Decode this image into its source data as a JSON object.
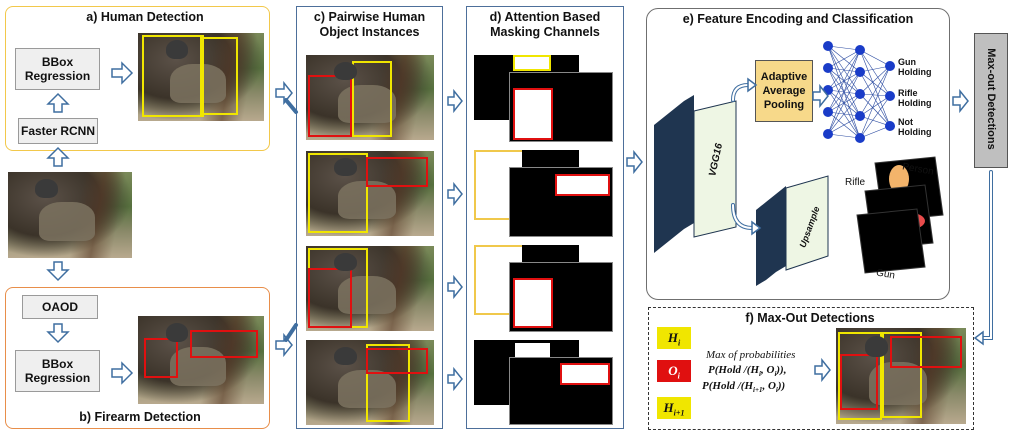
{
  "panels": {
    "a": {
      "title": "a) Human Detection",
      "bbox_regression": "BBox\nRegression",
      "faster_rcnn": "Faster RCNN"
    },
    "b": {
      "title": "b) Firearm Detection",
      "oaod": "OAOD",
      "bbox_regression": "BBox\nRegression"
    },
    "c": {
      "title": "c) Pairwise Human\nObject Instances"
    },
    "d": {
      "title": "d) Attention Based\nMasking Channels"
    },
    "e": {
      "title": "e) Feature Encoding and Classification",
      "adaptive_pooling": "Adaptive\nAverage\nPooling",
      "vgg": "VGG16",
      "upsample": "Upsample",
      "classes": [
        "Gun\nHolding",
        "Rifle\nHolding",
        "Not\nHolding"
      ],
      "heatmap_labels": {
        "person": "Person",
        "rifle": "Rifle",
        "gun": "Gun"
      }
    },
    "maxout": {
      "label": "Max-out Detections"
    },
    "f": {
      "title": "f) Max-Out Detections",
      "h_i": "H",
      "h_i_sub": "i",
      "o_i": "O",
      "o_i_sub": "i",
      "h_next": "H",
      "h_next_sub": "i+1",
      "max_text": "Max of probabilities",
      "prob1": "P(Hold /(H",
      "prob1_tail": "i",
      "prob1_end": ", O",
      "prob1_end_sub": "i",
      "prob1_close": ")),",
      "prob2": "P(Hold /(H",
      "prob2_tail": "i+1",
      "prob2_end": ", O",
      "prob2_end_sub": "i",
      "prob2_close": "))"
    }
  },
  "colors": {
    "yellow": "#f0e600",
    "red": "#e01010",
    "navy": "#1f3550",
    "panel_a_border": "#f2c84b",
    "panel_b_border": "#e88e4a",
    "panel_cd_border": "#4d6f9a",
    "gold_box": "#f7d98a",
    "arrow": "#3f6ea0"
  }
}
